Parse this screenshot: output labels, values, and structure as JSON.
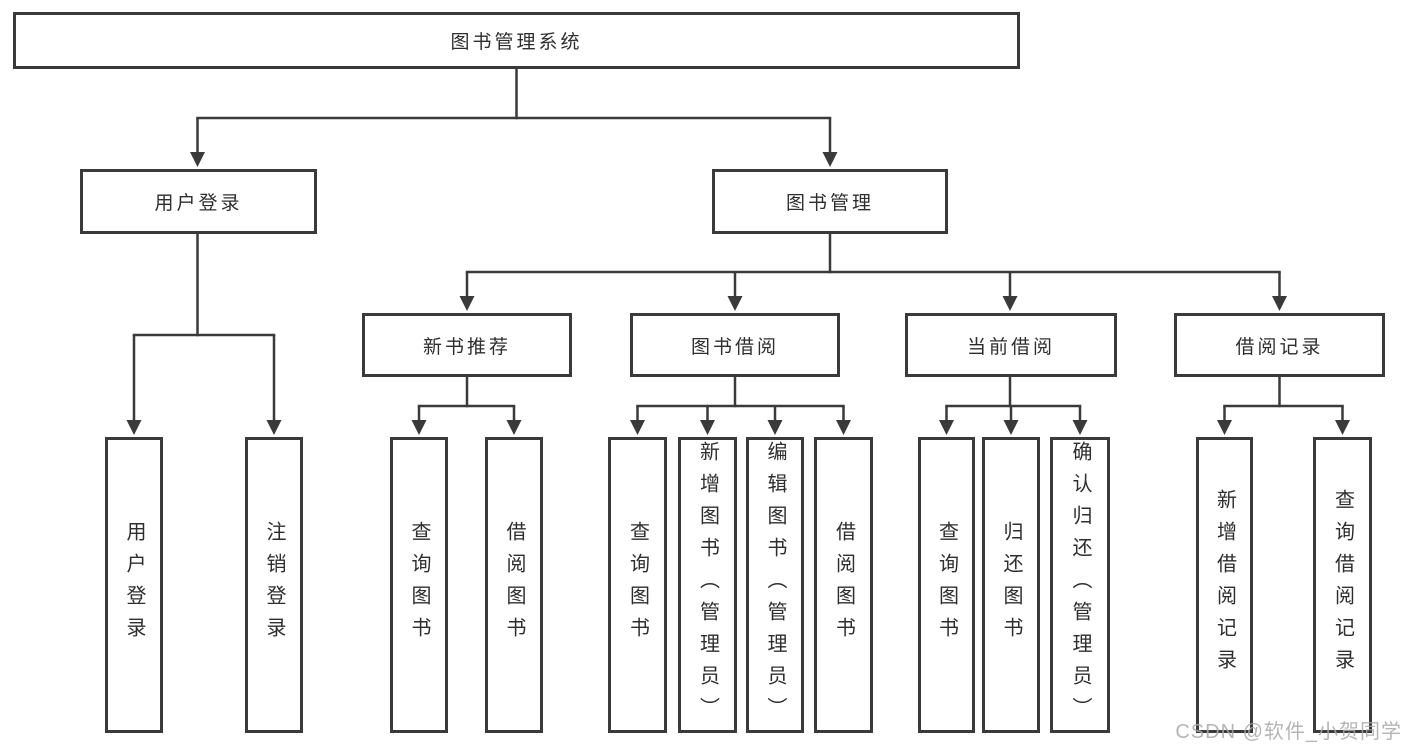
{
  "colors": {
    "line": "#3a3a3a",
    "box_border": "#3a3a3a",
    "text": "#2e2e2e",
    "watermark": "#a9a9a9",
    "background": "#ffffff"
  },
  "watermark": {
    "text": "CSDN @软件_小贺同学"
  },
  "tree": {
    "root": {
      "label": "图书管理系统",
      "children": [
        {
          "label": "用户登录",
          "children": [
            {
              "label": "用户登录"
            },
            {
              "label": "注销登录"
            }
          ]
        },
        {
          "label": "图书管理",
          "children": [
            {
              "label": "新书推荐",
              "children": [
                {
                  "label": "查询图书"
                },
                {
                  "label": "借阅图书"
                }
              ]
            },
            {
              "label": "图书借阅",
              "children": [
                {
                  "label": "查询图书"
                },
                {
                  "label": "新增图书（管理员）"
                },
                {
                  "label": "编辑图书（管理员）"
                },
                {
                  "label": "借阅图书"
                }
              ]
            },
            {
              "label": "当前借阅",
              "children": [
                {
                  "label": "查询图书"
                },
                {
                  "label": "归还图书"
                },
                {
                  "label": "确认归还（管理员）"
                }
              ]
            },
            {
              "label": "借阅记录",
              "children": [
                {
                  "label": "新增借阅记录"
                },
                {
                  "label": "查询借阅记录"
                }
              ]
            }
          ]
        }
      ]
    }
  }
}
